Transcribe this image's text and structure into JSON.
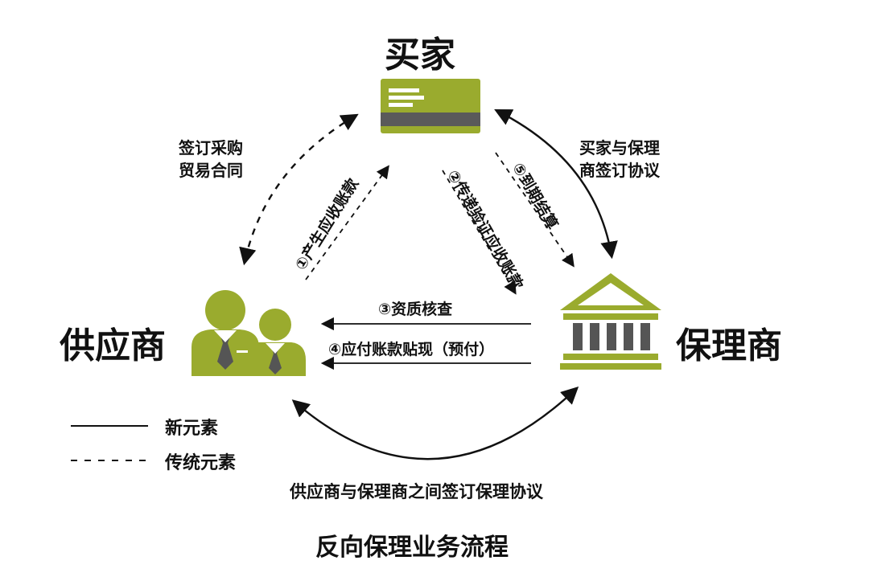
{
  "nodes": {
    "buyer": "买家",
    "supplier": "供应商",
    "factor": "保理商"
  },
  "edges": {
    "contract_line1": "签订采购",
    "contract_line2": "贸易合同",
    "buyer_factor_line1": "买家与保理",
    "buyer_factor_line2": "商签订协议",
    "step1": "①产生应收账款",
    "step2": "②传递验证应收账款",
    "step5": "⑤到期结算",
    "step3": "③资质核查",
    "step4": "④应付账款贴现（预付）",
    "supplier_factor": "供应商与保理商之间签订保理协议"
  },
  "legend": {
    "solid": "新元素",
    "dashed": "传统元素"
  },
  "title": "反向保理业务流程",
  "colors": {
    "accent": "#9aab2e",
    "accent_light": "#a8b93c",
    "card_stripe": "#5a5a5a",
    "line": "#111111"
  },
  "icons": {
    "buyer": "credit-card-icon",
    "supplier": "business-people-icon",
    "factor": "bank-building-icon"
  }
}
